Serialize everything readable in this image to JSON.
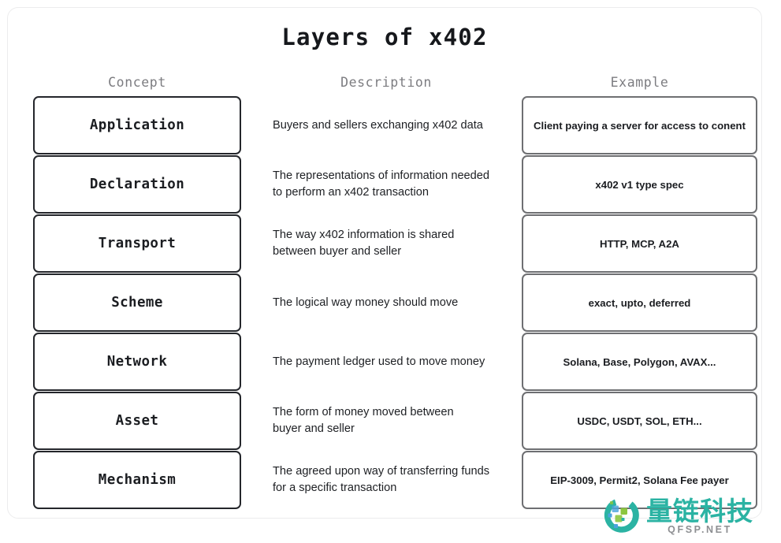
{
  "title": "Layers of x402",
  "headers": {
    "concept": "Concept",
    "description": "Description",
    "example": "Example"
  },
  "colors": {
    "concept_border": "#24262b",
    "example_border": "#6e6f72",
    "header_text": "#7c7c80",
    "body_text": "#1d1f23",
    "card_border": "#ececed",
    "watermark_teal": "#2bb3a3",
    "watermark_green": "#8cc63f",
    "watermark_blue": "#4aa3dd",
    "watermark_gray": "#8d8f92"
  },
  "rows": [
    {
      "concept": "Application",
      "description_lines": [
        "Buyers and sellers exchanging x402 data"
      ],
      "example": "Client paying a server for access to conent"
    },
    {
      "concept": "Declaration",
      "description_lines": [
        "The representations of information needed",
        "to perform an x402 transaction"
      ],
      "example": "x402 v1 type spec"
    },
    {
      "concept": "Transport",
      "description_lines": [
        "The way x402 information is shared",
        "between buyer and seller"
      ],
      "example": "HTTP, MCP, A2A"
    },
    {
      "concept": "Scheme",
      "description_lines": [
        "The logical way money should move"
      ],
      "example": "exact, upto, deferred"
    },
    {
      "concept": "Network",
      "description_lines": [
        "The payment ledger used to move money"
      ],
      "example": "Solana, Base, Polygon, AVAX..."
    },
    {
      "concept": "Asset",
      "description_lines": [
        "The form of money moved between",
        "buyer and seller"
      ],
      "example": "USDC, USDT, SOL, ETH..."
    },
    {
      "concept": "Mechanism",
      "description_lines": [
        "The agreed upon way of transferring funds",
        "for a specific transaction"
      ],
      "example": "EIP-3009, Permit2, Solana Fee payer"
    }
  ],
  "watermark": {
    "brand_cn": "量链科技",
    "domain": "QFSP.NET"
  }
}
